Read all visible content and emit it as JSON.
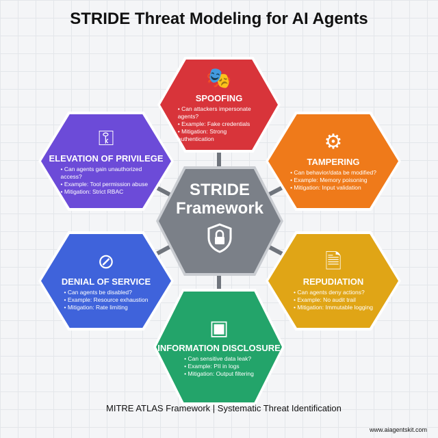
{
  "title": "STRIDE Threat Modeling for AI Agents",
  "center": {
    "line1": "STRIDE",
    "line2": "Framework",
    "icon": "shield-lock-icon"
  },
  "threats": [
    {
      "name": "SPOOFING",
      "icon": "masks-icon",
      "color": "#d8343a",
      "items": [
        "Can attackers impersonate agents?",
        "Example: Fake credentials",
        "Mitigation: Strong authentication"
      ]
    },
    {
      "name": "TAMPERING",
      "icon": "gears-wrench-icon",
      "color": "#ef7a1a",
      "items": [
        "Can behavior/data be modified?",
        "Example: Memory poisoning",
        "Mitigation: Input validation"
      ]
    },
    {
      "name": "REPUDIATION",
      "icon": "document-x-icon",
      "color": "#e0a516",
      "items": [
        "Can agents deny actions?",
        "Example: No audit trail",
        "Mitigation: Immutable logging"
      ]
    },
    {
      "name": "INFORMATION DISCLOSURE",
      "icon": "data-cube-icon",
      "color": "#23a46a",
      "items": [
        "Can sensitive data leak?",
        "Example: PII in logs",
        "Mitigation: Output filtering"
      ]
    },
    {
      "name": "DENIAL OF SERVICE",
      "icon": "prohibited-icon",
      "color": "#3f63db",
      "items": [
        "Can agents be disabled?",
        "Example: Resource exhaustion",
        "Mitigation: Rate limiting"
      ]
    },
    {
      "name": "ELEVATION OF PRIVILEGE",
      "icon": "key-arrow-icon",
      "color": "#6c4bd8",
      "items": [
        "Can agents gain unauthorized access?",
        "Example: Tool permission abuse",
        "Mitigation: Strict RBAC"
      ]
    }
  ],
  "footer": "MITRE ATLAS Framework | Systematic Threat Identification",
  "site": "www.aiagentskit.com"
}
